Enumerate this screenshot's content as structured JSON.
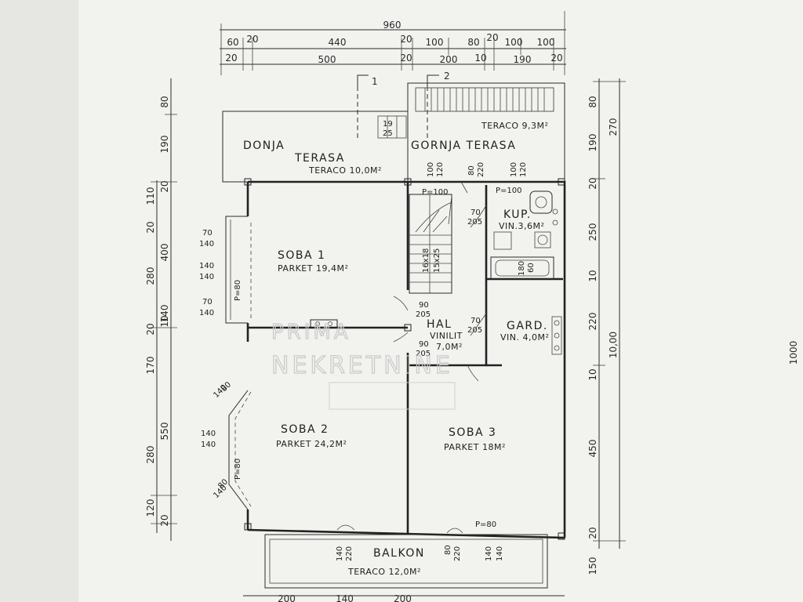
{
  "dimensions": {
    "top_total": "960",
    "top_row1": [
      "60",
      "20",
      "440",
      "20",
      "100",
      "80",
      "20",
      "100",
      "100"
    ],
    "top_row2": [
      "20",
      "500",
      "20",
      "200",
      "10",
      "190",
      "20"
    ],
    "left": [
      "80",
      "190",
      "110",
      "20",
      "20",
      "400",
      "280",
      "140",
      "20",
      "10",
      "170",
      "280",
      "550",
      "120",
      "20"
    ],
    "right": [
      "80",
      "190",
      "270",
      "20",
      "250",
      "10",
      "220",
      "10,00",
      "10",
      "450",
      "20",
      "150"
    ],
    "bottom": [
      "200",
      "140",
      "200"
    ],
    "side_far": "1000"
  },
  "section_markers": [
    "1",
    "2"
  ],
  "terraces": {
    "donja": "DONJA",
    "terasa": "TERASA",
    "donja_area": "TERACO 10,0M²",
    "gornja": "GORNJA TERASA",
    "gornja_area": "TERACO 9,3M²"
  },
  "rooms": {
    "soba1_name": "SOBA 1",
    "soba1_floor": "PARKET 19,4M²",
    "soba2_name": "SOBA 2",
    "soba2_floor": "PARKET 24,2M²",
    "soba3_name": "SOBA 3",
    "soba3_floor": "PARKET 18M²",
    "hal_name": "HAL",
    "hal_floor": "VINILIT",
    "hal_area": "7,0M²",
    "kup_name": "KUP.",
    "kup_floor": "VIN.3,6M²",
    "gard_name": "GARD.",
    "gard_floor": "VIN. 4,0M²",
    "balkon_name": "BALKON",
    "balkon_floor": "TERACO 12,0M²"
  },
  "openings": {
    "stair_a": "19",
    "stair_b": "25",
    "stair_c": "16x18",
    "stair_d": "15x25",
    "o1": "100",
    "o2": "120",
    "o3": "80",
    "o4": "220",
    "o5": "100",
    "o6": "120",
    "p100a": "P=100",
    "p100b": "P=100",
    "k70": "70",
    "k205": "205",
    "g70": "70",
    "g205": "205",
    "h90a": "90",
    "h205a": "205",
    "h90b": "90",
    "h205b": "205",
    "w70a": "70",
    "w140a": "140",
    "w140b": "140",
    "w140c": "140",
    "w70b": "70",
    "w140d": "140",
    "p80a": "P=80",
    "b80a": "80",
    "b140a": "140",
    "s140a": "140",
    "s140b": "140",
    "p80b": "P=80",
    "b80b": "80",
    "b140b": "140",
    "tub180": "180",
    "tub60": "60",
    "bal140a": "140",
    "bal220a": "220",
    "bal80": "80",
    "bal220b": "220",
    "bal140b": "140",
    "bal140c": "140",
    "p80c": "P=80"
  },
  "watermark": {
    "line1": "PRIMA",
    "line2": "NEKRETNINE"
  }
}
